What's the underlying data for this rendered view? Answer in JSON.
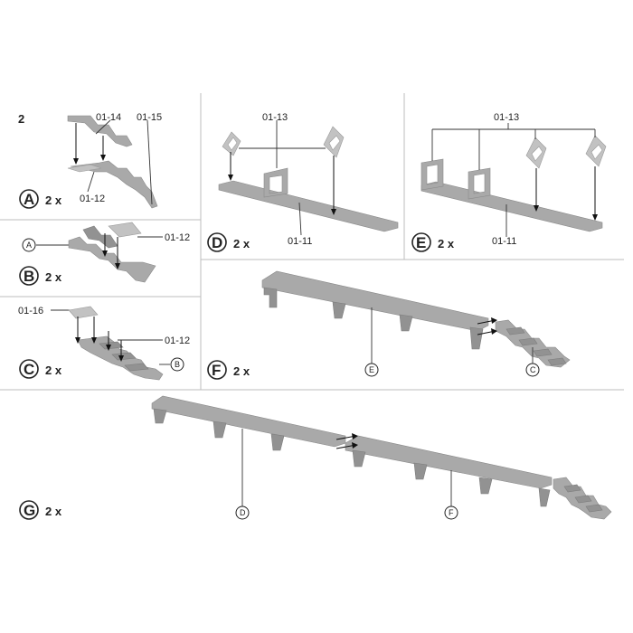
{
  "step_number": "2",
  "quantity_label": "2 x",
  "panels": {
    "A": {
      "letter": "A",
      "quantity": "2 x",
      "parts": [
        "01-14",
        "01-15",
        "01-12"
      ]
    },
    "B": {
      "letter": "B",
      "quantity": "2 x",
      "parts": [
        "01-12"
      ],
      "ref": "A"
    },
    "C": {
      "letter": "C",
      "quantity": "2 x",
      "parts": [
        "01-16",
        "01-12"
      ],
      "ref": "B"
    },
    "D": {
      "letter": "D",
      "quantity": "2 x",
      "parts": [
        "01-13",
        "01-11"
      ]
    },
    "E": {
      "letter": "E",
      "quantity": "2 x",
      "parts": [
        "01-13",
        "01-11"
      ]
    },
    "F": {
      "letter": "F",
      "quantity": "2 x",
      "refs": [
        "E",
        "C"
      ]
    },
    "G": {
      "letter": "G",
      "quantity": "2 x",
      "refs": [
        "D",
        "F"
      ]
    }
  },
  "colors": {
    "part": "#a9a9a9",
    "part_dark": "#929292",
    "part_light": "#c2c2c2",
    "divider": "#bdbdbd",
    "text": "#222222"
  }
}
